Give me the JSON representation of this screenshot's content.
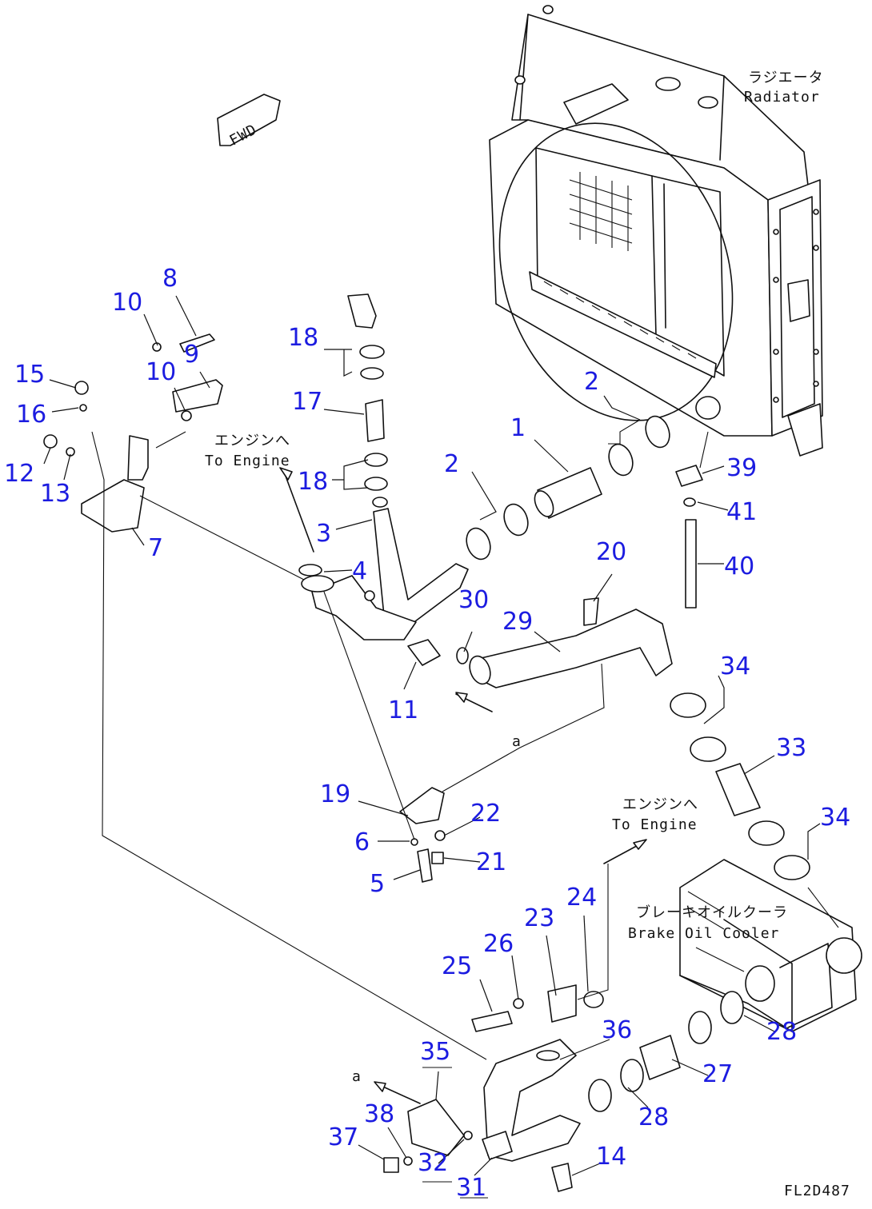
{
  "labels": {
    "radiator_jp": "ラジエータ",
    "radiator_en": "Radiator",
    "to_engine_jp_1": "エンジンへ",
    "to_engine_en_1": "To Engine",
    "to_engine_jp_2": "エンジンへ",
    "to_engine_en_2": "To Engine",
    "oil_cooler_jp": "ブレーキオイルクーラ",
    "oil_cooler_en": "Brake Oil Cooler",
    "fwd": "FWD",
    "ref_a_1": "a",
    "ref_a_2": "a",
    "figure_code": "FL2D487"
  },
  "callouts": [
    "1",
    "2",
    "2",
    "3",
    "4",
    "5",
    "6",
    "7",
    "8",
    "9",
    "10",
    "10",
    "11",
    "12",
    "13",
    "14",
    "15",
    "16",
    "17",
    "18",
    "18",
    "19",
    "20",
    "21",
    "22",
    "23",
    "24",
    "25",
    "26",
    "27",
    "28",
    "28",
    "29",
    "30",
    "31",
    "32",
    "33",
    "34",
    "34",
    "35",
    "36",
    "37",
    "38",
    "39",
    "40",
    "41"
  ]
}
